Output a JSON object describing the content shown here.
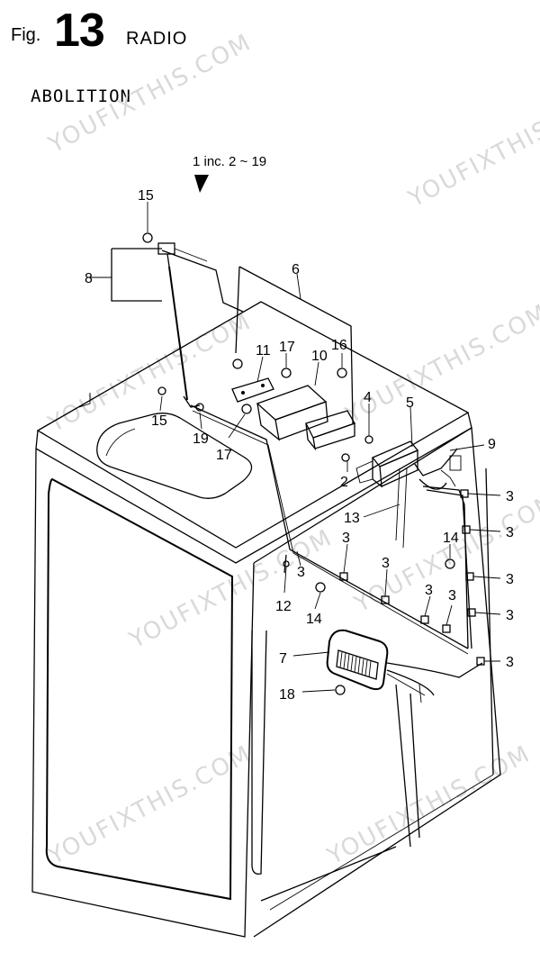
{
  "header": {
    "fig_label": "Fig.",
    "fig_number": "13",
    "title": "RADIO",
    "subtitle": "ABOLITION"
  },
  "inclusion_note": "1 inc. 2 ~ 19",
  "watermark": "YOUFIXTHIS.COM",
  "callouts": {
    "c2": "2",
    "c3a": "3",
    "c3b": "3",
    "c3c": "3",
    "c3d": "3",
    "c3e": "3",
    "c3f": "3",
    "c3g": "3",
    "c3h": "3",
    "c3i": "3",
    "c4": "4",
    "c5": "5",
    "c6": "6",
    "c7": "7",
    "c8": "8",
    "c9": "9",
    "c10": "10",
    "c11": "11",
    "c12": "12",
    "c13": "13",
    "c14a": "14",
    "c14b": "14",
    "c15a": "15",
    "c15b": "15",
    "c16": "16",
    "c17a": "17",
    "c17b": "17",
    "c18": "18",
    "c19": "19"
  }
}
